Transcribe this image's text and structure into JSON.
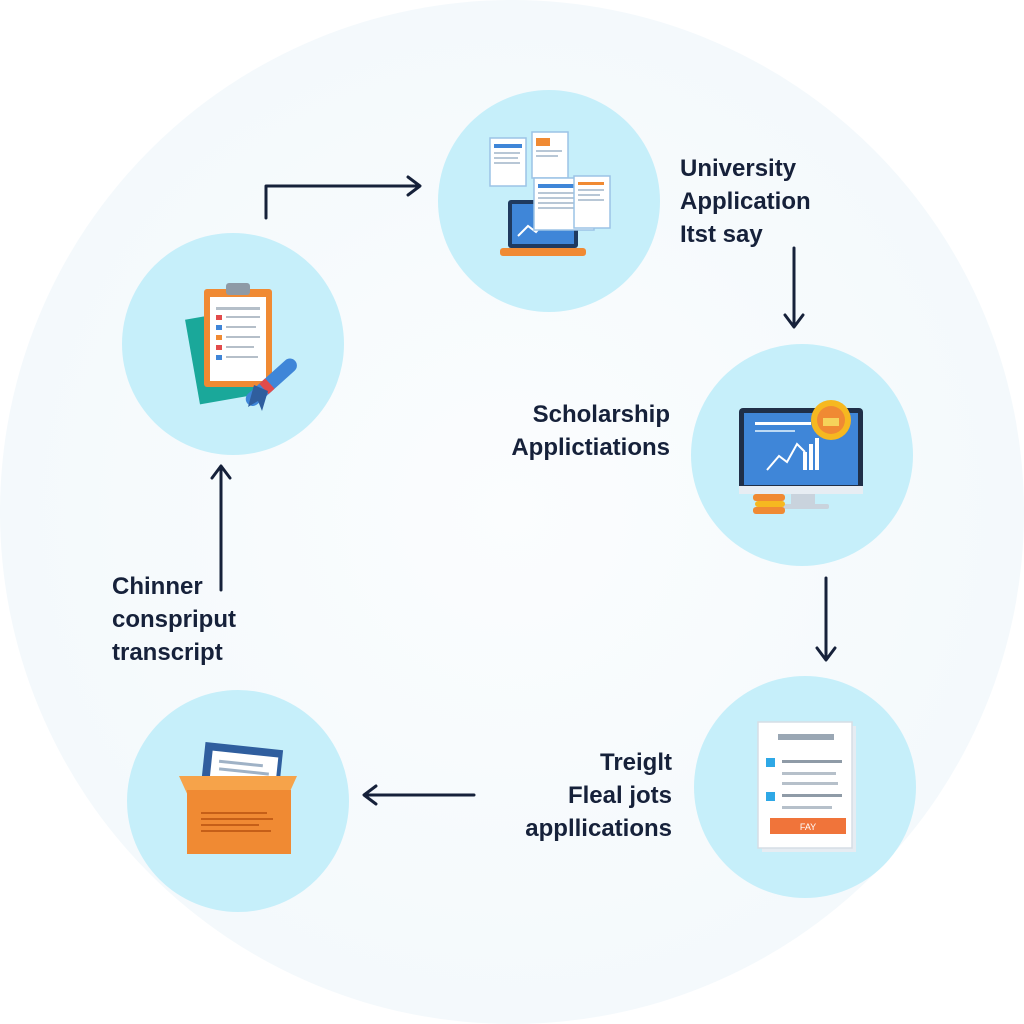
{
  "colors": {
    "node_fill": "#c6effa",
    "arrow": "#16213a",
    "text": "#16213a",
    "accent_orange": "#f08a33",
    "accent_blue": "#3f86d8"
  },
  "nodes": [
    {
      "id": "university-application",
      "icon": "laptop-documents-icon",
      "label_lines": [
        "University",
        "Application",
        "Itst say"
      ]
    },
    {
      "id": "scholarship-applications",
      "icon": "monitor-chart-award-icon",
      "label_lines": [
        "Scholarship",
        "Applictiations"
      ]
    },
    {
      "id": "feal-jots-applications",
      "icon": "form-document-icon",
      "label_lines": [
        "Treiglt",
        "Fleal jots",
        "appllications"
      ]
    },
    {
      "id": "folder-documents",
      "icon": "folder-documents-icon",
      "label_lines": []
    },
    {
      "id": "transcript",
      "icon": "clipboard-diploma-icon",
      "label_lines": [
        "Chinner",
        "conspriput",
        "transcript"
      ]
    }
  ],
  "badges": {
    "form_button_text": "FAY"
  }
}
